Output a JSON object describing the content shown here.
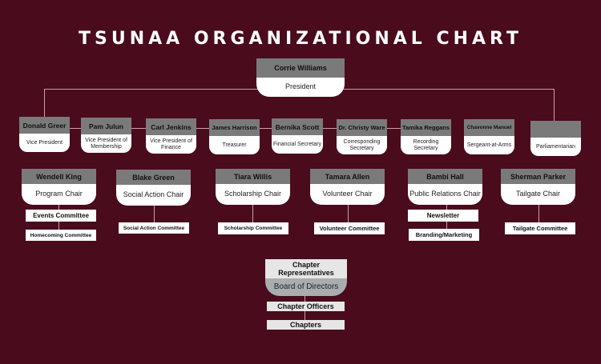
{
  "title": "TSUNAA ORGANIZATIONAL CHART",
  "colors": {
    "background": "#4a0b1c",
    "header_gray": "#7a7a7a",
    "box_white": "#ffffff",
    "connector": "#c9a0aa"
  },
  "president": {
    "name": "Corrie Williams",
    "role": "President"
  },
  "officers": [
    {
      "name": "Donald Greer",
      "role": "Vice President"
    },
    {
      "name": "Pam Julun",
      "role": "Vice President of Membership"
    },
    {
      "name": "Carl Jenkins",
      "role": "Vice President of Finance"
    },
    {
      "name": "James Harrison",
      "role": "Treasurer"
    },
    {
      "name": "Bernika Scott",
      "role": "Financial Secretary"
    },
    {
      "name": "Dr. Christy Ware",
      "role": "Corresponding Secretary"
    },
    {
      "name": "Tamika Reggans",
      "role": "Recording Secretary"
    },
    {
      "name": "Chavonne Manuel",
      "role": "Sergeant-at-Arms"
    },
    {
      "name": "",
      "role": "Parliamentarian"
    }
  ],
  "chairs": [
    {
      "name": "Wendell King",
      "role": "Program Chair",
      "committees": [
        "Events Committee",
        "Homecoming Committee"
      ]
    },
    {
      "name": "Blake Green",
      "role": "Social Action Chair",
      "committees": [
        "Social Action Committee"
      ]
    },
    {
      "name": "Tiara Willis",
      "role": "Scholarship Chair",
      "committees": [
        "Scholarship Committee"
      ]
    },
    {
      "name": "Tamara Allen",
      "role": "Volunteer Chair",
      "committees": [
        "Volunteer Committee"
      ]
    },
    {
      "name": "Bambi Hall",
      "role": "Public Relations Chair",
      "committees": [
        "Newsletter",
        "Branding/Marketing"
      ]
    },
    {
      "name": "Sherman Parker",
      "role": "Tailgate Chair",
      "committees": [
        "Tailgate Committee"
      ]
    }
  ],
  "board": {
    "header": "Chapter Representatives",
    "role": "Board of Directors",
    "levels": [
      "Chapter Officers",
      "Chapters"
    ]
  }
}
